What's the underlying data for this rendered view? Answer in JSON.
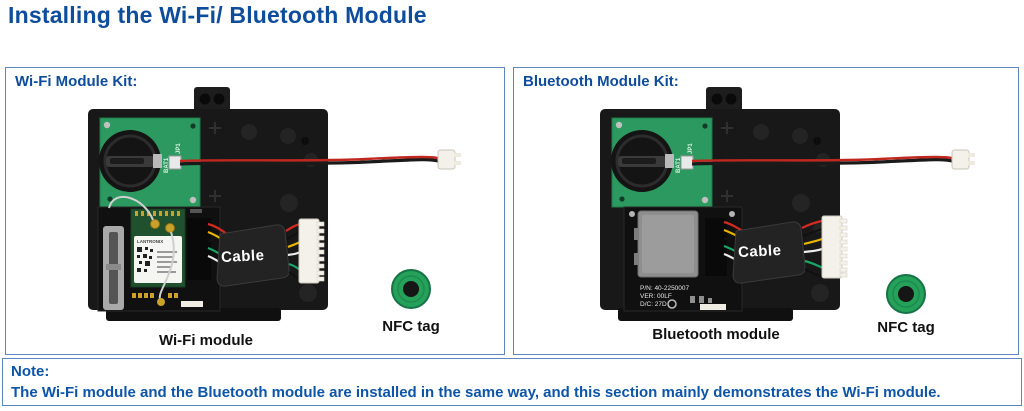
{
  "page": {
    "title": "Installing the Wi-Fi/ Bluetooth Module"
  },
  "pcb_labels": {
    "bat": "BAT1",
    "jp": "JP1"
  },
  "panels": {
    "wifi": {
      "header": "Wi-Fi Module Kit:",
      "cable_label": "Cable",
      "module_caption": "Wi-Fi module",
      "nfc_caption": "NFC tag",
      "pcb": {
        "chip_brand": "LANTRONIX"
      }
    },
    "bluetooth": {
      "header": "Bluetooth Module Kit:",
      "cable_label": "Cable",
      "module_caption": "Bluetooth module",
      "nfc_caption": "NFC tag",
      "pcb": {
        "part_number": "P/N: 40-2250007",
        "version": "VER: 00LF",
        "date_code": "D/C: 27D"
      }
    }
  },
  "note": {
    "label": "Note:",
    "text": "The Wi-Fi module and the Bluetooth module are installed in the same way, and this section mainly demonstrates the Wi-Fi module."
  },
  "colors": {
    "heading_blue": "#0e4c9c",
    "border_blue": "#5b87bd",
    "note_blue": "#0d55a8",
    "nfc_green": "#25a15a",
    "pcb_green": "#2c9a60",
    "wire_red": "#c0281f"
  }
}
